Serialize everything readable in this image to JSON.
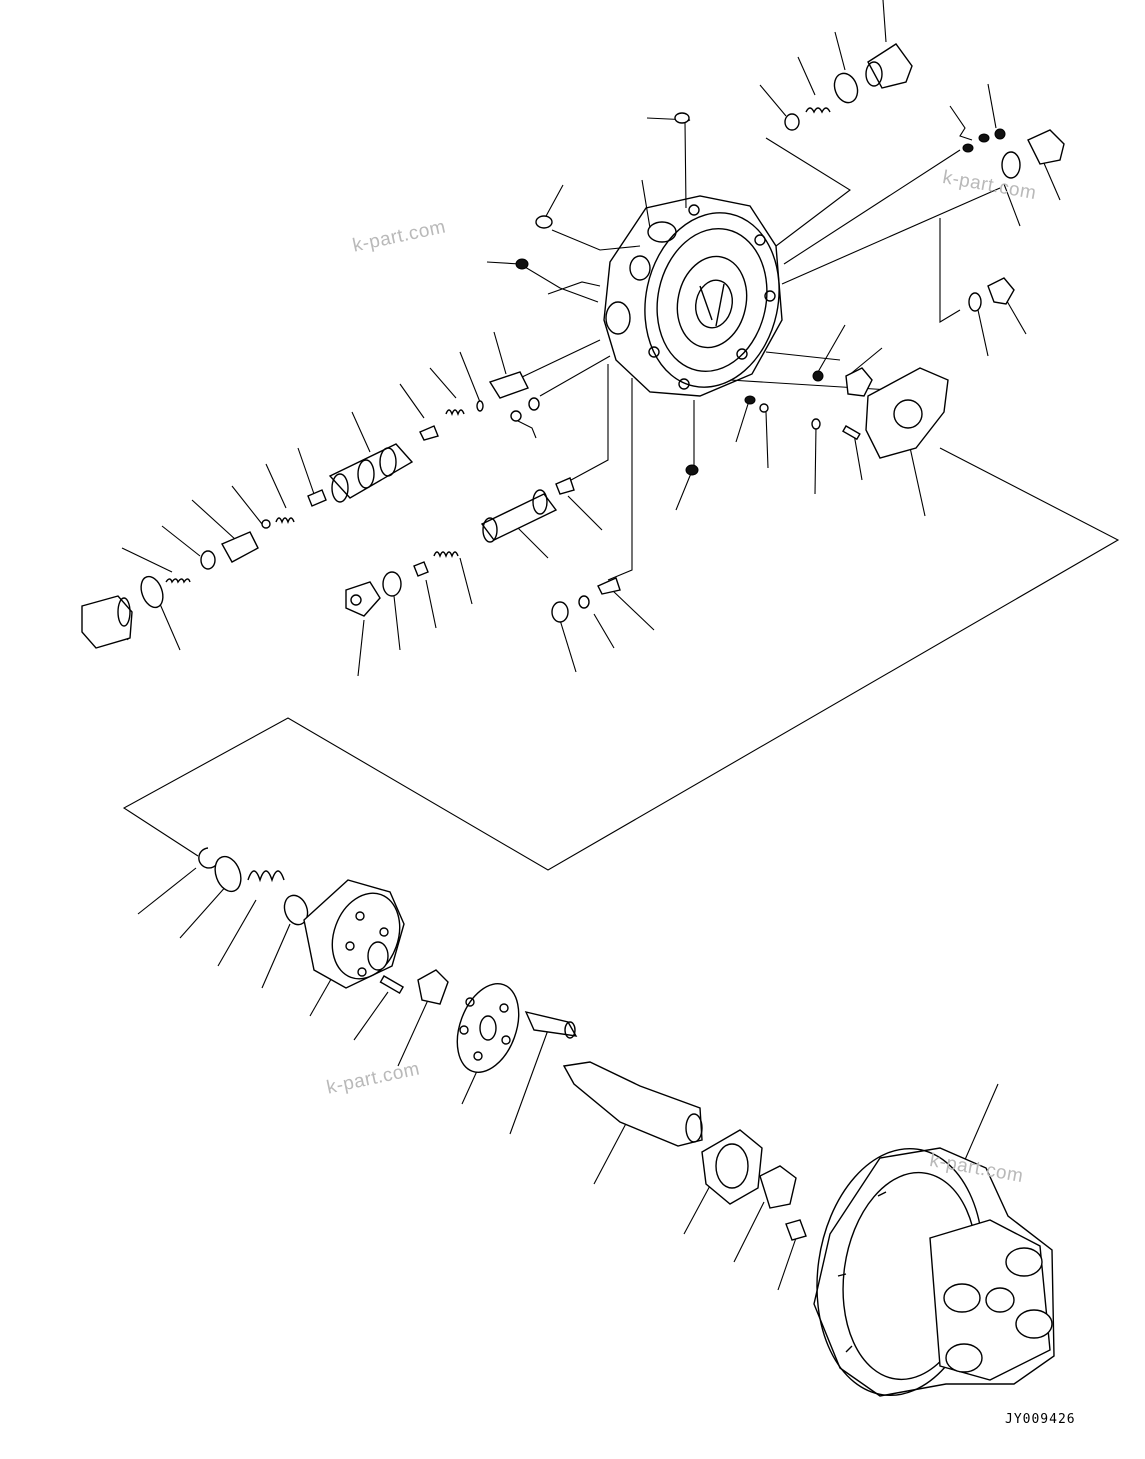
{
  "watermarks": [
    "k-part.com",
    "k-part.com",
    "k-part.com",
    "k-part.com"
  ],
  "drawing_code": "JY009426",
  "icons": [
    "travel-motor-exploded-diagram"
  ]
}
